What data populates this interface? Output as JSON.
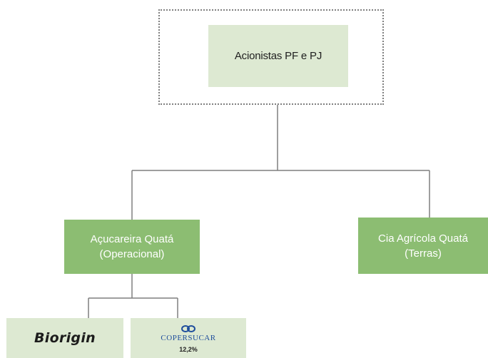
{
  "diagram": {
    "root": {
      "label": "Acionistas PF e PJ"
    },
    "children": [
      {
        "id": "acucareira",
        "line1": "Açucareira Quatá",
        "line2": "(Operacional)"
      },
      {
        "id": "cia",
        "line1": "Cia Agrícola Quatá",
        "line2": "(Terras)"
      }
    ],
    "grandchildren": [
      {
        "id": "biorigin",
        "logo_text": "Biorigin",
        "logo": "biorigin-logo"
      },
      {
        "id": "copersucar",
        "logo_text": "COPERSUCAR",
        "logo": "copersucar-logo",
        "percentage": "12,2%"
      }
    ]
  },
  "colors": {
    "node_green": "#8cbd72",
    "node_light_green": "#dde9d2",
    "connector": "#7f7f7f",
    "copersucar_blue": "#1f4e9c"
  }
}
